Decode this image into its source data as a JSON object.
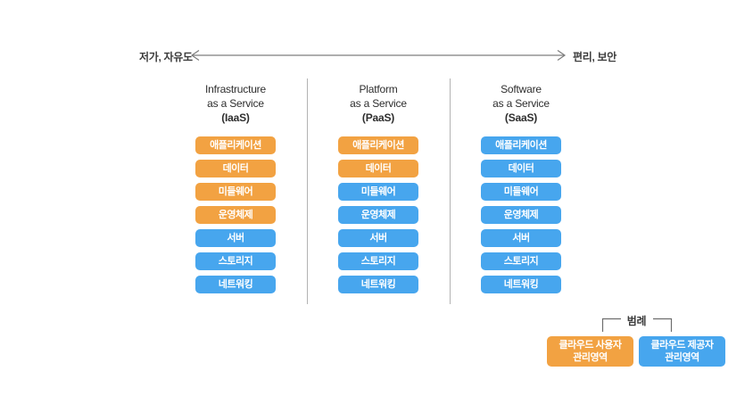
{
  "colors": {
    "user": "#F2A242",
    "provider": "#47A6EE",
    "line": "#7d7d7d"
  },
  "axis": {
    "left_label": "저가, 자유도",
    "right_label": "편리, 보안"
  },
  "columns": [
    {
      "id": "iaas",
      "title_line1": "Infrastructure",
      "title_line2": "as a Service",
      "title_abbr": "(IaaS)",
      "layers": [
        {
          "label": "애플리케이션",
          "managed_by": "user"
        },
        {
          "label": "데이터",
          "managed_by": "user"
        },
        {
          "label": "미들웨어",
          "managed_by": "user"
        },
        {
          "label": "운영체제",
          "managed_by": "user"
        },
        {
          "label": "서버",
          "managed_by": "provider"
        },
        {
          "label": "스토리지",
          "managed_by": "provider"
        },
        {
          "label": "네트워킹",
          "managed_by": "provider"
        }
      ]
    },
    {
      "id": "paas",
      "title_line1": "Platform",
      "title_line2": "as a Service",
      "title_abbr": "(PaaS)",
      "layers": [
        {
          "label": "애플리케이션",
          "managed_by": "user"
        },
        {
          "label": "데이터",
          "managed_by": "user"
        },
        {
          "label": "미들웨어",
          "managed_by": "provider"
        },
        {
          "label": "운영체제",
          "managed_by": "provider"
        },
        {
          "label": "서버",
          "managed_by": "provider"
        },
        {
          "label": "스토리지",
          "managed_by": "provider"
        },
        {
          "label": "네트워킹",
          "managed_by": "provider"
        }
      ]
    },
    {
      "id": "saas",
      "title_line1": "Software",
      "title_line2": "as a Service",
      "title_abbr": "(SaaS)",
      "layers": [
        {
          "label": "애플리케이션",
          "managed_by": "provider"
        },
        {
          "label": "데이터",
          "managed_by": "provider"
        },
        {
          "label": "미들웨어",
          "managed_by": "provider"
        },
        {
          "label": "운영체제",
          "managed_by": "provider"
        },
        {
          "label": "서버",
          "managed_by": "provider"
        },
        {
          "label": "스토리지",
          "managed_by": "provider"
        },
        {
          "label": "네트워킹",
          "managed_by": "provider"
        }
      ]
    }
  ],
  "legend": {
    "title": "범례",
    "items": [
      {
        "line1": "클라우드 사용자",
        "line2": "관리영역",
        "managed_by": "user"
      },
      {
        "line1": "클라우드 제공자",
        "line2": "관리영역",
        "managed_by": "provider"
      }
    ]
  }
}
